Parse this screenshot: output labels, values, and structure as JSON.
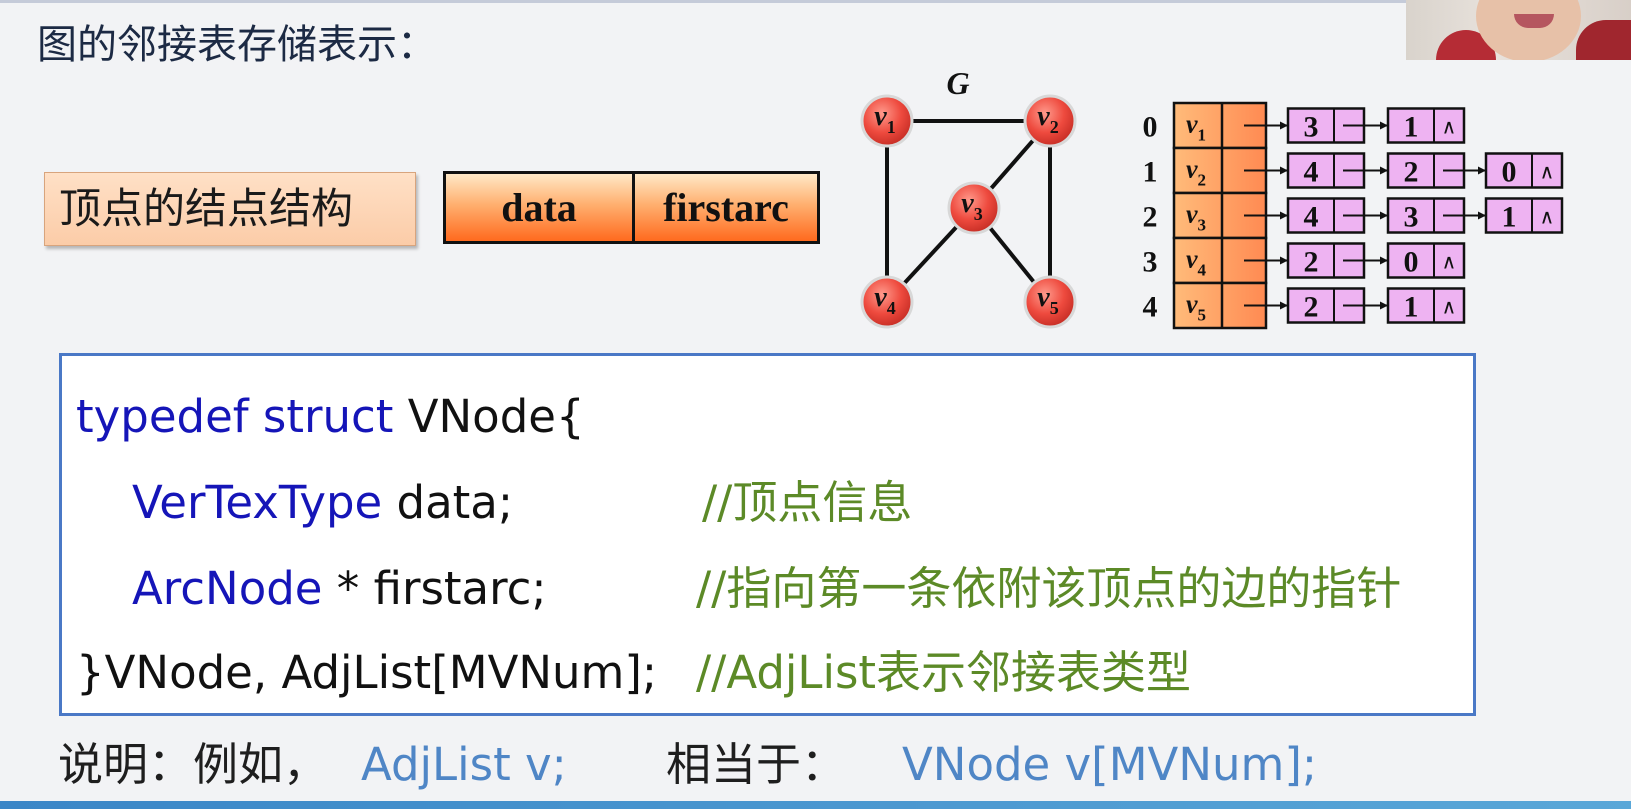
{
  "slide": {
    "title": "图的邻接表存储表示：",
    "vertex_structure_label": "顶点的结点结构",
    "node_fields": [
      "data",
      "firstarc"
    ]
  },
  "graph": {
    "name": "G",
    "vertices": [
      {
        "sym": "v",
        "sub": "1"
      },
      {
        "sym": "v",
        "sub": "2"
      },
      {
        "sym": "v",
        "sub": "3"
      },
      {
        "sym": "v",
        "sub": "4"
      },
      {
        "sym": "v",
        "sub": "5"
      }
    ],
    "edges": [
      [
        0,
        1
      ],
      [
        0,
        3
      ],
      [
        1,
        2
      ],
      [
        1,
        4
      ],
      [
        2,
        3
      ],
      [
        2,
        4
      ]
    ]
  },
  "adjacency_list": {
    "rows": [
      {
        "index": "0",
        "sym": "v",
        "sub": "1",
        "adj": [
          "3",
          "1"
        ]
      },
      {
        "index": "1",
        "sym": "v",
        "sub": "2",
        "adj": [
          "4",
          "2",
          "0"
        ]
      },
      {
        "index": "2",
        "sym": "v",
        "sub": "3",
        "adj": [
          "4",
          "3",
          "1"
        ]
      },
      {
        "index": "3",
        "sym": "v",
        "sub": "4",
        "adj": [
          "2",
          "0"
        ]
      },
      {
        "index": "4",
        "sym": "v",
        "sub": "5",
        "adj": [
          "2",
          "1"
        ]
      }
    ],
    "null_symbol": "∧"
  },
  "code": {
    "line1": {
      "kw": "typedef struct",
      "rest": " VNode{"
    },
    "line2": {
      "kw": "VerTexType",
      "rest": " data;",
      "comment": "//顶点信息"
    },
    "line3": {
      "kw": "ArcNode",
      "rest": " * firstarc;",
      "comment": "//指向第一条依附该顶点的边的指针"
    },
    "line4": {
      "rest": "}VNode, AdjList[MVNum];",
      "comment": "//AdjList表示邻接表类型"
    }
  },
  "note": {
    "label": "说明：例如，",
    "example": "AdjList v;",
    "equiv_label": "相当于：",
    "equiv": "VNode v[MVNum];"
  },
  "colors": {
    "keyword": "#1515b8",
    "comment": "#5c8a27",
    "note_blue": "#4f86c6",
    "panel_border": "#4a78c6",
    "vertex_fill": "#e8403a",
    "adj_fill": "#eeb3f2"
  }
}
